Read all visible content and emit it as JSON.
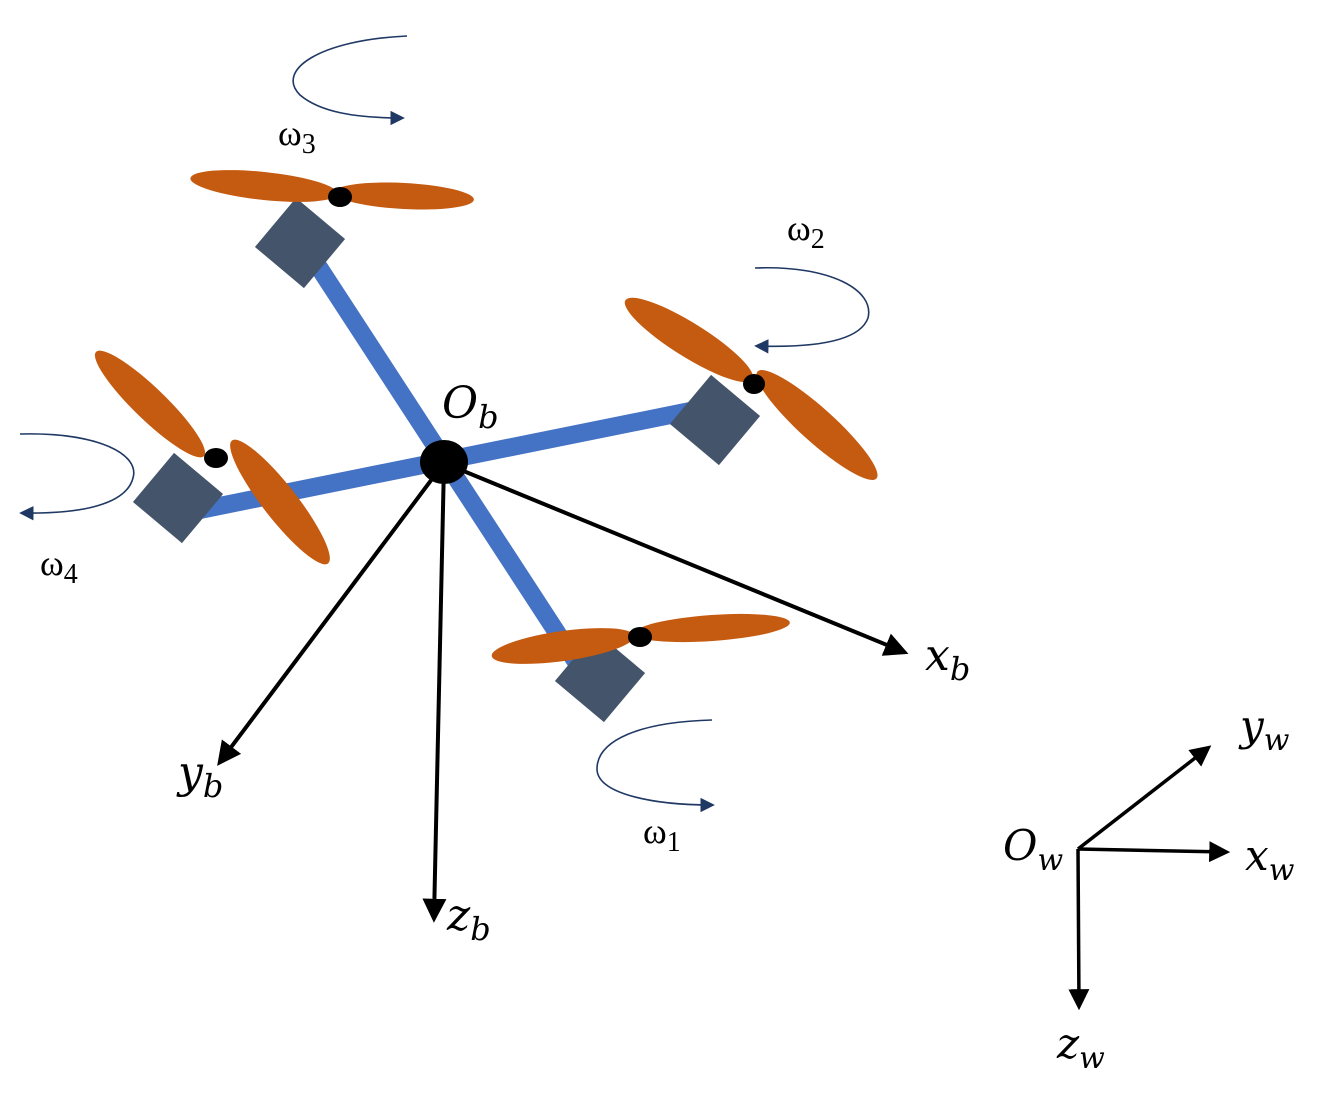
{
  "colors": {
    "arm": "#4472C4",
    "motor": "#44546A",
    "propeller": "#C55A11",
    "hub": "#000000",
    "axis": "#000000",
    "rotation_arrow": "#1F3864",
    "background": "#FFFFFF"
  },
  "body_frame": {
    "origin": {
      "main": "O",
      "sub": "b"
    },
    "x_axis": {
      "main": "x",
      "sub": "b"
    },
    "y_axis": {
      "main": "y",
      "sub": "b"
    },
    "z_axis": {
      "main": "z",
      "sub": "b"
    }
  },
  "world_frame": {
    "origin": {
      "main": "O",
      "sub": "w"
    },
    "x_axis": {
      "main": "x",
      "sub": "w"
    },
    "y_axis": {
      "main": "y",
      "sub": "w"
    },
    "z_axis": {
      "main": "z",
      "sub": "w"
    }
  },
  "rotors": [
    {
      "symbol": "ω",
      "index": "1"
    },
    {
      "symbol": "ω",
      "index": "2"
    },
    {
      "symbol": "ω",
      "index": "3"
    },
    {
      "symbol": "ω",
      "index": "4"
    }
  ]
}
